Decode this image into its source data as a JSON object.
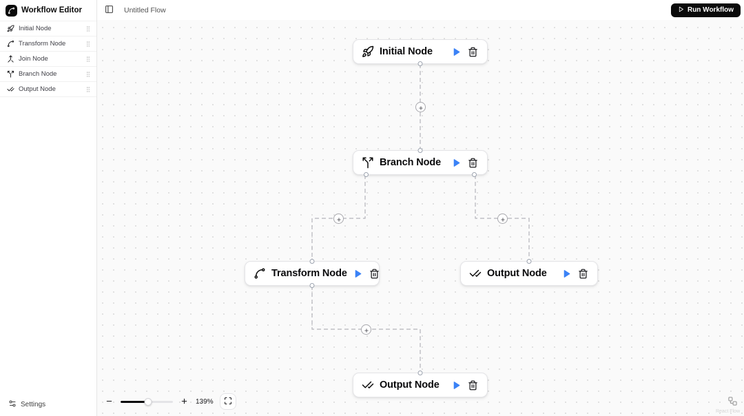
{
  "app": {
    "title": "Workflow Editor"
  },
  "sidebar": {
    "items": [
      {
        "label": "Initial Node",
        "icon": "rocket-icon"
      },
      {
        "label": "Transform Node",
        "icon": "spline-icon"
      },
      {
        "label": "Join Node",
        "icon": "merge-icon"
      },
      {
        "label": "Branch Node",
        "icon": "split-icon"
      },
      {
        "label": "Output Node",
        "icon": "check-check-icon"
      }
    ],
    "settings_label": "Settings"
  },
  "topbar": {
    "flow_name": "Untitled Flow",
    "run_button_label": "Run Workflow"
  },
  "canvas": {
    "nodes": [
      {
        "title": "Initial Node",
        "icon": "rocket-icon"
      },
      {
        "title": "Branch Node",
        "icon": "split-icon"
      },
      {
        "title": "Transform Node",
        "icon": "spline-icon"
      },
      {
        "title": "Output Node",
        "icon": "check-check-icon"
      },
      {
        "title": "Output Node",
        "icon": "check-check-icon"
      }
    ]
  },
  "controls": {
    "zoom_level": "139%"
  },
  "attribution": "React Flow",
  "colors": {
    "accent_blue": "#3b82f6",
    "run_button_bg": "#0a0a0a",
    "canvas_bg": "#fafafa"
  }
}
